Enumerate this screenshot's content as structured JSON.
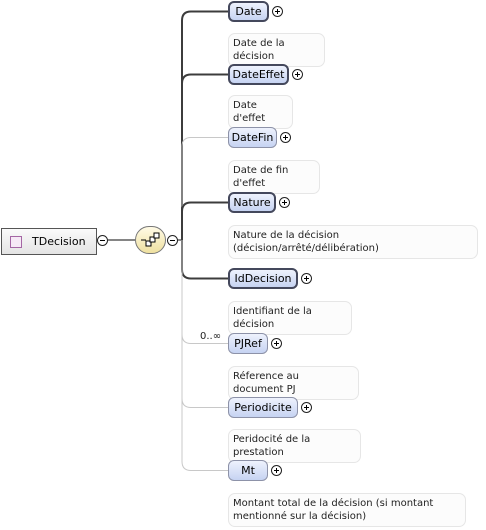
{
  "root": {
    "label": "TDecision"
  },
  "children": [
    {
      "label": "Date",
      "required": true,
      "doc": "Date de la décision"
    },
    {
      "label": "DateEffet",
      "required": true,
      "doc": "Date d'effet"
    },
    {
      "label": "DateFin",
      "required": false,
      "doc": "Date de fin d'effet"
    },
    {
      "label": "Nature",
      "required": true,
      "doc": "Nature de la décision\n(décision/arrêté/délibération)"
    },
    {
      "label": "IdDecision",
      "required": true,
      "doc": "Identifiant de la décision"
    },
    {
      "label": "PJRef",
      "required": false,
      "occurrence": "0..∞",
      "doc": "Réference au document PJ"
    },
    {
      "label": "Periodicite",
      "required": false,
      "doc": "Peridocité de la prestation"
    },
    {
      "label": "Mt",
      "required": false,
      "doc": "Montant total de la décision (si montant\nmentionné sur la décision)"
    }
  ],
  "colors": {
    "required_line": "#3c3c3c",
    "optional_line": "#c8c8c8",
    "node_fill_top": "#eef2fd",
    "node_fill_bottom": "#c6d3f2"
  },
  "icons": {
    "root": "complex-type-icon",
    "compositor": "sequence-icon",
    "expand": "plus-icon",
    "collapse": "minus-icon"
  }
}
